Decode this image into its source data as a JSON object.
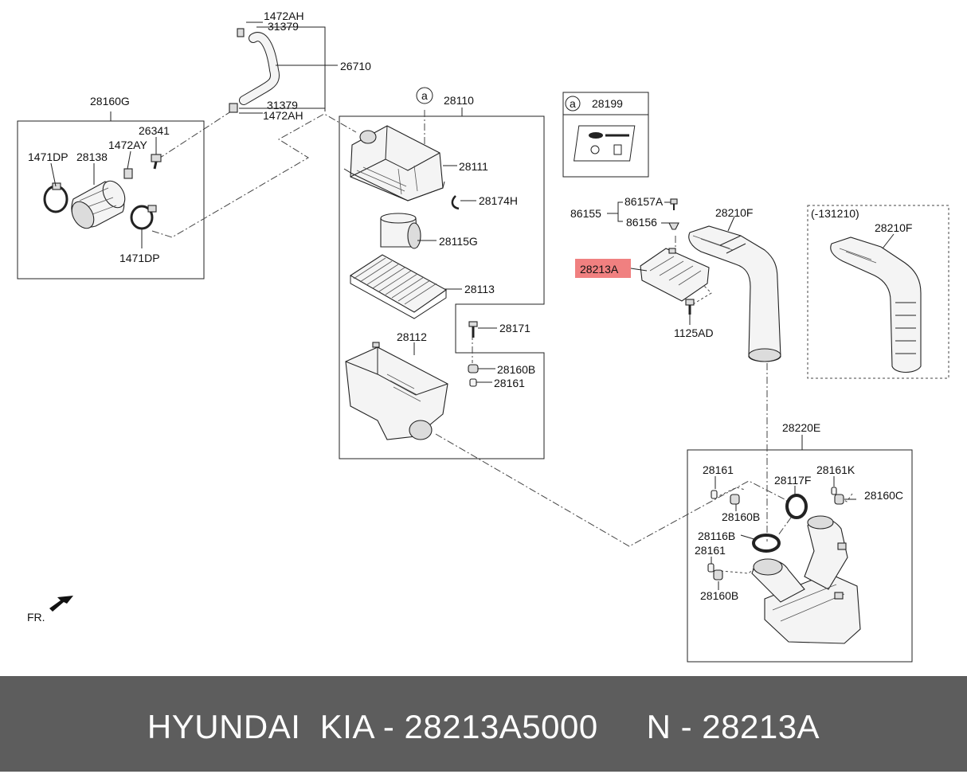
{
  "colors": {
    "highlight": "#f08080",
    "footer_bg": "#5d5d5d",
    "footer_text": "#ffffff"
  },
  "groups": {
    "air_intake_hose": "28160G",
    "air_cleaner_assy": "28110",
    "label_group": "28199",
    "resonator_variant": "(-131210)",
    "resonator_assy": "28220E"
  },
  "callouts": {
    "ref_a_main": "a",
    "ref_a_box": "a",
    "c_1472AH_top": "1472AH",
    "c_31379_top": "31379",
    "c_26710": "26710",
    "c_31379_bot": "31379",
    "c_1472AH_bot": "1472AH",
    "c_26341": "26341",
    "c_1472AY": "1472AY",
    "c_1471DP_left": "1471DP",
    "c_28138": "28138",
    "c_1471DP_bottom": "1471DP",
    "c_28111": "28111",
    "c_28174H": "28174H",
    "c_28115G": "28115G",
    "c_28113": "28113",
    "c_28171": "28171",
    "c_28112": "28112",
    "c_28160B_main": "28160B",
    "c_28161_main": "28161",
    "c_86157A": "86157A",
    "c_86155": "86155",
    "c_86156": "86156",
    "c_28210F": "28210F",
    "c_28213A": "28213A",
    "c_1125AD": "1125AD",
    "c_28210F_variant": "28210F",
    "c_28161_r1": "28161",
    "c_28117F": "28117F",
    "c_28161K": "28161K",
    "c_28160B_r1": "28160B",
    "c_28160C": "28160C",
    "c_28116B": "28116B",
    "c_28161_r2": "28161",
    "c_28160B_r2": "28160B"
  },
  "orientation_label": "FR.",
  "footer": {
    "brand": "HYUNDAI  KIA",
    "part_number": "28213A5000",
    "code": "N - 28213A",
    "separator": " - "
  },
  "highlighted_part": "28213A"
}
